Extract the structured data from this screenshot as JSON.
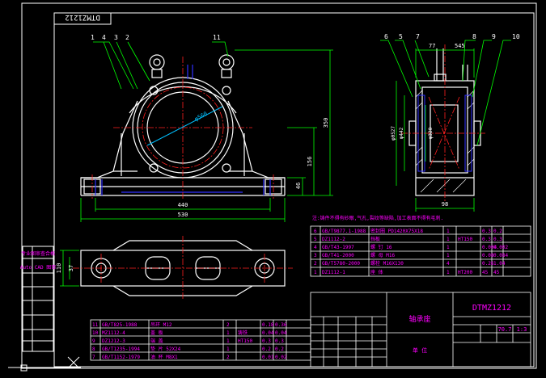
{
  "colors": {
    "background": "#000000",
    "frame": "#ffffff",
    "outline": "#ffffff",
    "dimension": "#00ff00",
    "centerline": "#ff2020",
    "hidden": "#0000ff",
    "text_table": "#ff00ff",
    "hatch": "#ffffff"
  },
  "drawing": {
    "code_box": "DTMZ1212",
    "title_code": "DTMZ1212",
    "scale_label": "1:3",
    "weight_label": "70.7",
    "note": "注:铸件不得有砂眼,气孔,裂纹等缺陷,加工表面不得有毛刺.",
    "left_stamp_top": "专业图审查合格",
    "left_stamp_mid": "Auto CAD 图审"
  },
  "front_view": {
    "diameter": "φ560",
    "width_440": "440",
    "width_530": "530",
    "height_350": "350",
    "height_156": "156",
    "height_46": "46",
    "callouts": [
      "1",
      "4",
      "3",
      "2",
      "11"
    ]
  },
  "side_view": {
    "callouts": [
      "6",
      "5",
      "7",
      "8",
      "9",
      "10"
    ],
    "dim_77": "77",
    "dim_545": "545",
    "dim_98": "98",
    "dim_0527": "φ0527",
    "dim_0442": "φ442",
    "dim_0320": "φ320"
  },
  "plan_view": {
    "dim_110": "110",
    "dim_37": "37"
  },
  "parts_table_right": {
    "rows": [
      [
        "6",
        "GB/T9877.1-1988",
        "密封圈 PD1420X75X18",
        "1",
        "",
        "0.3",
        "0.2"
      ],
      [
        "5",
        "DZ1112-2",
        "挡板",
        "1",
        "HT150",
        "0.3",
        "0.3"
      ],
      [
        "4",
        "GB/T43-1997",
        "螺 钉 16",
        "1",
        "",
        "0.004",
        "0.002"
      ],
      [
        "3",
        "GB/T41-2000",
        "螺 母 M16",
        "1",
        "",
        "0.08",
        "0.084"
      ],
      [
        "2",
        "GB/T5780-2000",
        "螺栓 M16X130",
        "4",
        "",
        "0.26",
        "1.04"
      ],
      [
        "1",
        "DZ1112-1",
        "座 体",
        "1",
        "HT200",
        "45",
        "45"
      ]
    ]
  },
  "parts_table_left": {
    "rows": [
      [
        "11",
        "GB/T825-1988",
        "吊环 M12",
        "2",
        "",
        "0.18",
        "0.36"
      ],
      [
        "10",
        "MZ1112-4",
        "盖 板",
        "1",
        "铸铁",
        "0.04",
        "0.04"
      ],
      [
        "9",
        "DZ1212-3",
        "端 盖",
        "1",
        "HT150",
        "0.3",
        "0.3"
      ],
      [
        "8",
        "GB/T1235-1994",
        "垫 片 52X24",
        "1",
        "",
        "0.2",
        "0.2"
      ],
      [
        "7",
        "GB/T1152-1979",
        "油 杯 M8X1",
        "2",
        "",
        "0.01",
        "0.02"
      ]
    ]
  },
  "title_block": {
    "name": "轴承座",
    "unit": "单 位"
  }
}
